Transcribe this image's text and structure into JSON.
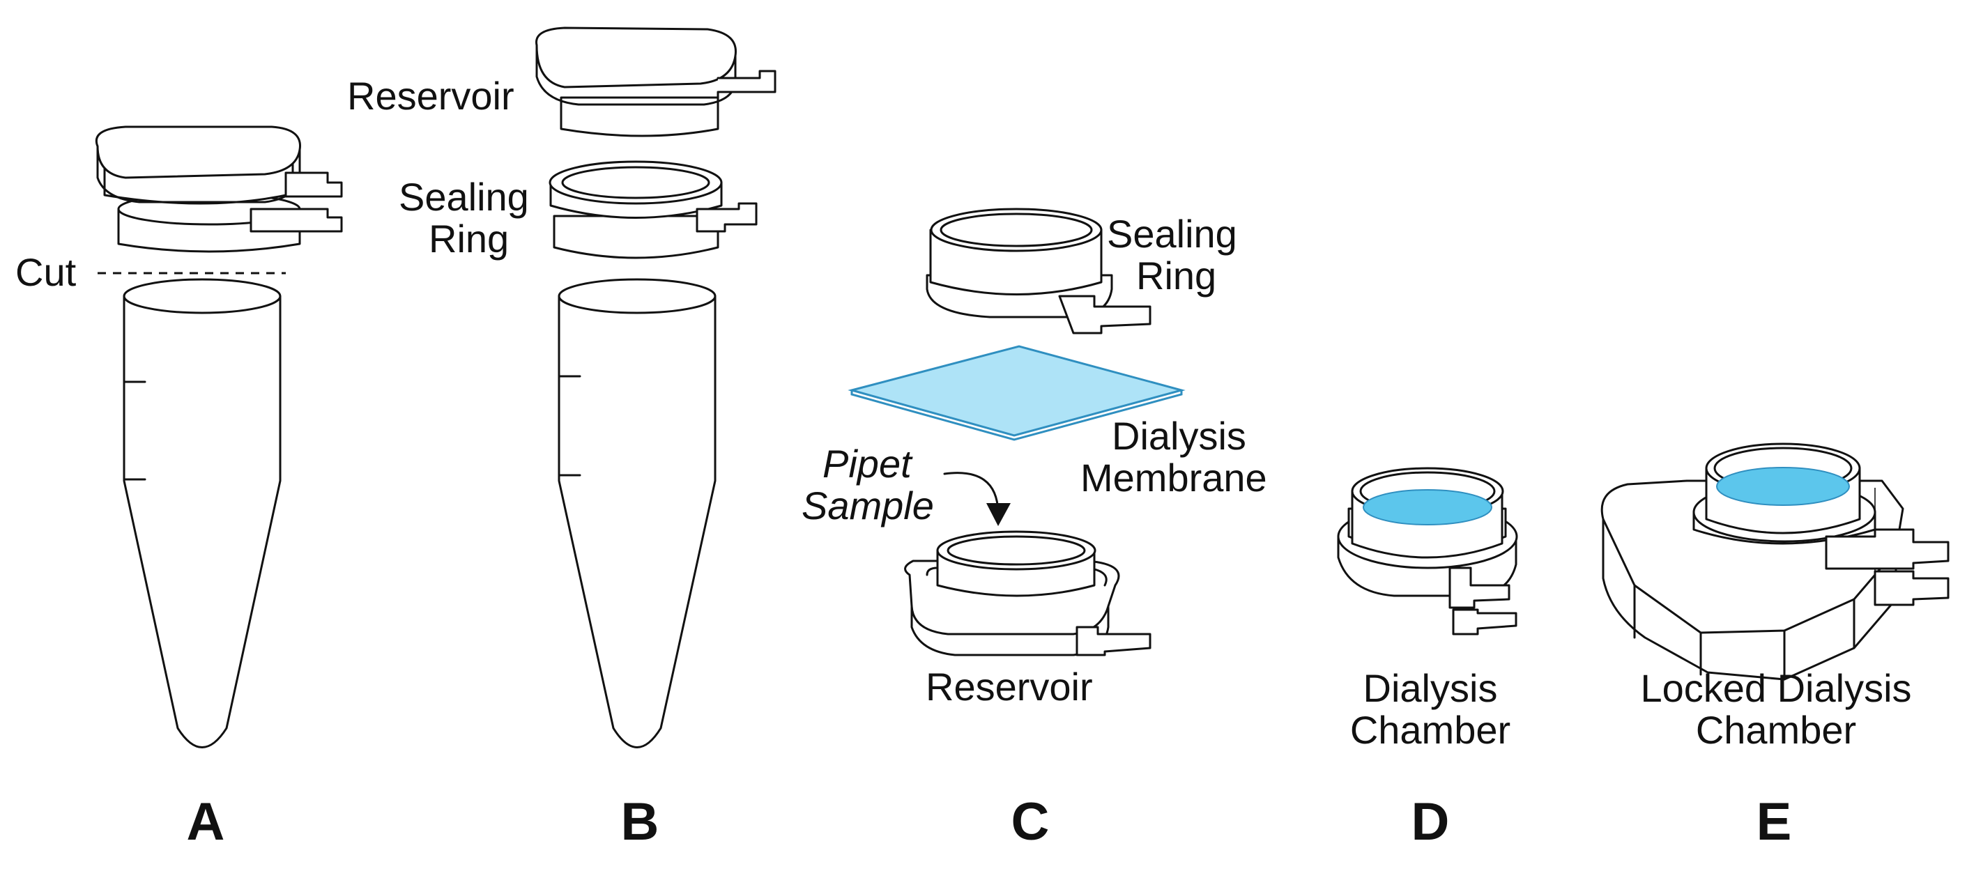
{
  "panels": {
    "a": {
      "letter": "A",
      "cut_label": "Cut"
    },
    "b": {
      "letter": "B",
      "reservoir_label": "Reservoir",
      "sealing_ring_label": [
        "Sealing",
        "Ring"
      ]
    },
    "c": {
      "letter": "C",
      "sealing_ring_label": [
        "Sealing",
        "Ring"
      ],
      "membrane_label": [
        "Dialysis",
        "Membrane"
      ],
      "pipet_label": [
        "Pipet",
        "Sample"
      ],
      "reservoir_label": "Reservoir"
    },
    "d": {
      "letter": "D",
      "label": [
        "Dialysis",
        "Chamber"
      ]
    },
    "e": {
      "letter": "E",
      "label": [
        "Locked Dialysis",
        "Chamber"
      ]
    }
  },
  "colors": {
    "membrane_fill": "#aee3f7",
    "membrane_edge": "#2f8fc0",
    "sample_fill": "#5cc6ec",
    "line": "#111111"
  }
}
